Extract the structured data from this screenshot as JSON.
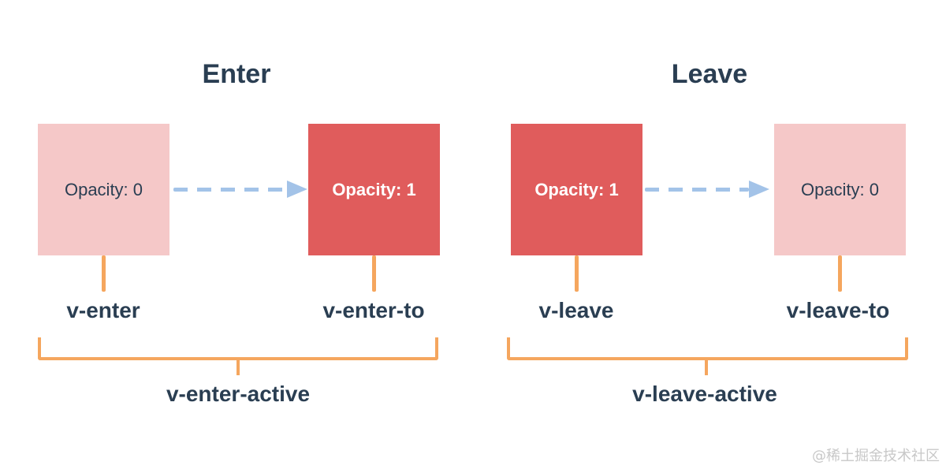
{
  "colors": {
    "pink": "#F5C8C8",
    "red": "#E05C5C",
    "orange": "#F5A65E",
    "blue": "#A3C3E8",
    "navy": "#2A3E52",
    "watermark": "#C8C8C8",
    "bg": "#FFFFFF"
  },
  "diagrams": [
    {
      "title": "Enter",
      "boxes": [
        {
          "label": "Opacity: 0",
          "variant": "pink",
          "class_name": "v-enter"
        },
        {
          "label": "Opacity: 1",
          "variant": "red",
          "class_name": "v-enter-to"
        }
      ],
      "active_class_name": "v-enter-active"
    },
    {
      "title": "Leave",
      "boxes": [
        {
          "label": "Opacity: 1",
          "variant": "red",
          "class_name": "v-leave"
        },
        {
          "label": "Opacity: 0",
          "variant": "pink",
          "class_name": "v-leave-to"
        }
      ],
      "active_class_name": "v-leave-active"
    }
  ],
  "watermark": "@稀土掘金技术社区"
}
